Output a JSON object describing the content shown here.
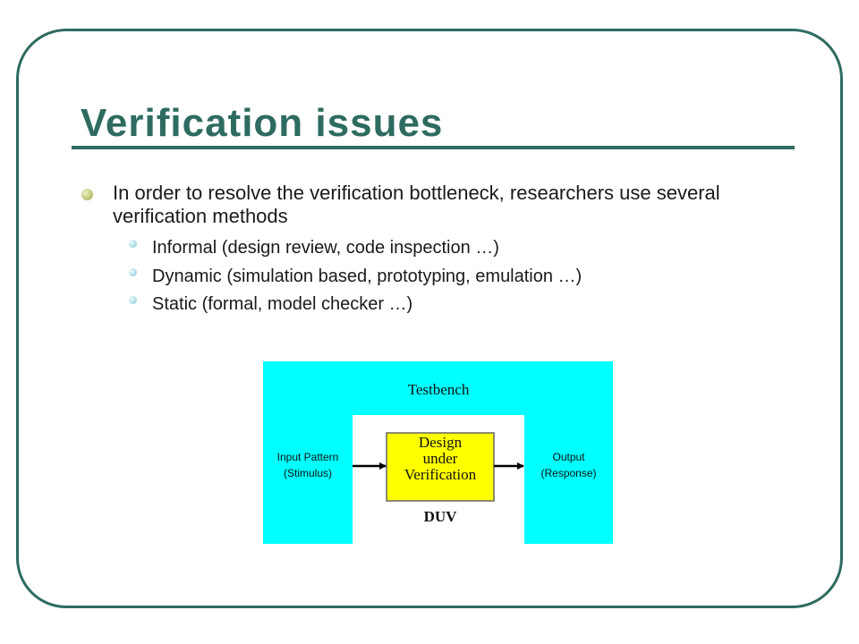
{
  "slide": {
    "title": "Verification issues",
    "bullet": "In order to resolve the verification bottleneck, researchers use several verification methods",
    "sub_bullets": [
      "Informal (design review, code inspection …)",
      "Dynamic (simulation based, prototyping, emulation …)",
      "Static (formal, model checker …)"
    ]
  },
  "diagram": {
    "testbench_label": "Testbench",
    "input_label_1": "Input Pattern",
    "input_label_2": "(Stimulus)",
    "output_label_1": "Output",
    "output_label_2": "(Response)",
    "duv_box_1": "Design",
    "duv_box_2": "under",
    "duv_box_3": "Verification",
    "duv_caption": "DUV",
    "colors": {
      "testbench_fill": "#00ffff",
      "duv_fill": "#ffff00",
      "title_color": "#2e6b60"
    }
  }
}
